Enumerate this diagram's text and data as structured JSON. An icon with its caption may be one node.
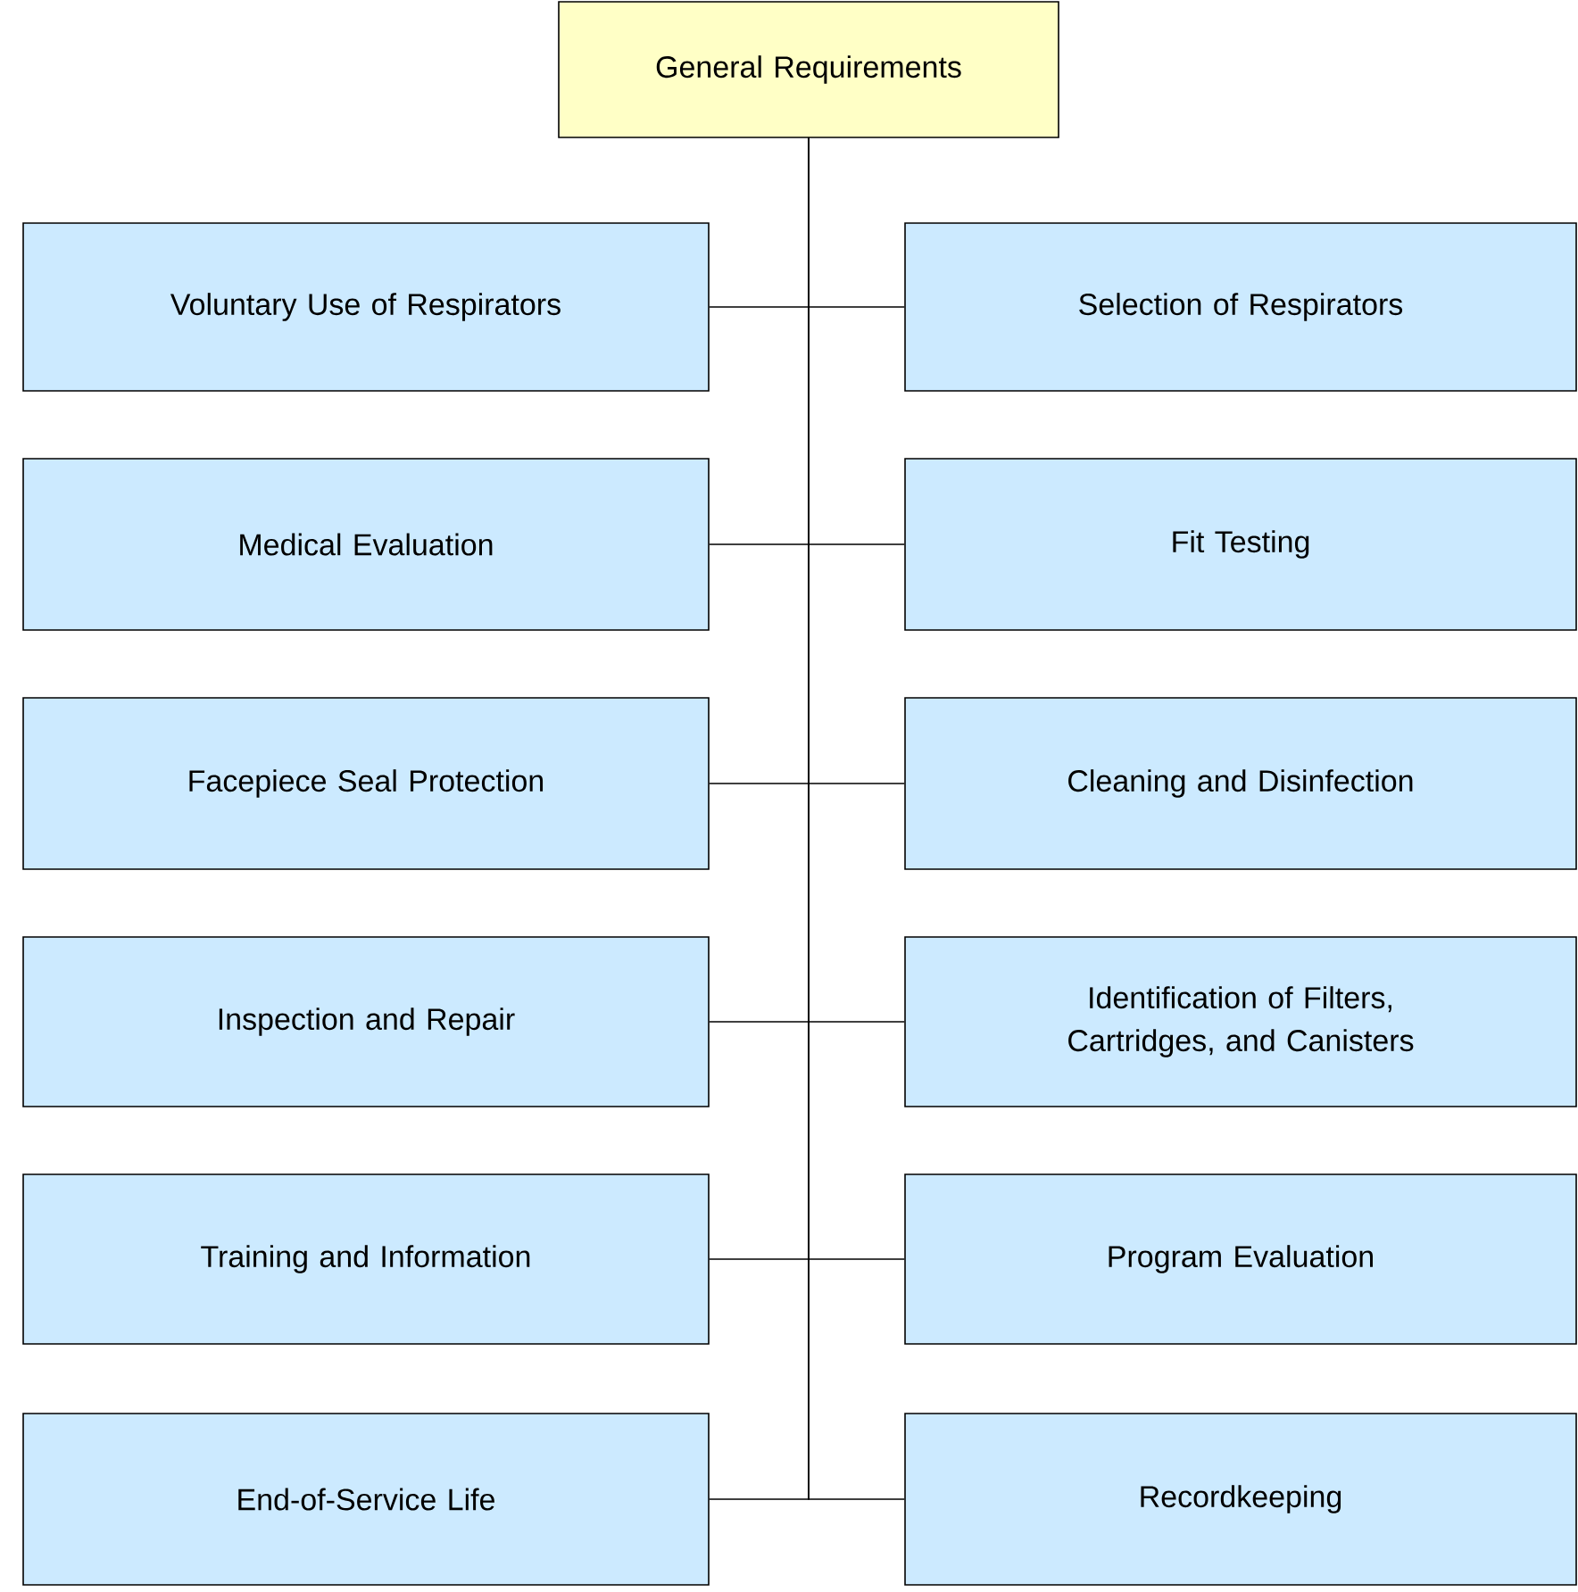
{
  "diagram": {
    "nodes": [
      {
        "text": [
          "General Requirements"
        ]
      },
      {
        "text": [
          "Voluntary Use of Respirators"
        ]
      },
      {
        "text": [
          "Selection of Respirators"
        ]
      },
      {
        "text": [
          "Medical Evaluation"
        ]
      },
      {
        "text": [
          "Fit Testing"
        ]
      },
      {
        "text": [
          "Facepiece Seal Protection"
        ]
      },
      {
        "text": [
          "Cleaning and Disinfection"
        ]
      },
      {
        "text": [
          "Inspection and Repair"
        ]
      },
      {
        "text": [
          "Identification of Filters, Cartridges, and Canisters"
        ]
      },
      {
        "text": [
          "Training and Information"
        ]
      },
      {
        "text": [
          "Program Evaluation"
        ]
      },
      {
        "text": [
          "End-of-Service Life"
        ]
      },
      {
        "text": [
          "Recordkeeping"
        ]
      }
    ],
    "edges": [
      {
        "from": 0,
        "to": 1,
        "arrow": "none"
      },
      {
        "from": 0,
        "to": 2,
        "arrow": "none"
      },
      {
        "from": 0,
        "to": 3,
        "arrow": "none"
      },
      {
        "from": 0,
        "to": 4,
        "arrow": "none"
      },
      {
        "from": 0,
        "to": 5,
        "arrow": "none"
      },
      {
        "from": 0,
        "to": 6,
        "arrow": "none"
      },
      {
        "from": 0,
        "to": 7,
        "arrow": "none"
      },
      {
        "from": 0,
        "to": 8,
        "arrow": "none"
      },
      {
        "from": 0,
        "to": 9,
        "arrow": "none"
      },
      {
        "from": 0,
        "to": 10,
        "arrow": "none"
      },
      {
        "from": 0,
        "to": 11,
        "arrow": "none"
      },
      {
        "from": 0,
        "to": 12,
        "arrow": "none"
      }
    ]
  }
}
